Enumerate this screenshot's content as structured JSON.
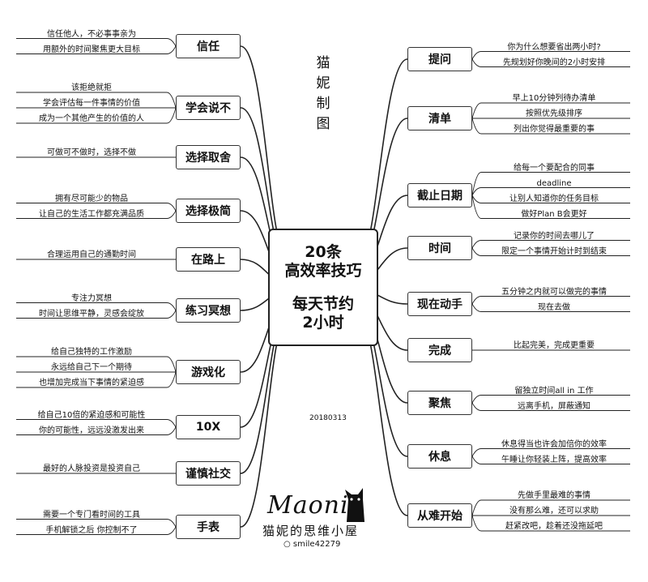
{
  "center": {
    "line1": "20条",
    "line2": "高效率技巧",
    "line3": "每天节约",
    "line4": "2小时"
  },
  "title": "猫妮制图",
  "date": "20180313",
  "logo": {
    "script": "Maoni",
    "name": "猫妮的思维小屋",
    "handle": "smile42279"
  },
  "left_branches": [
    {
      "label": "信任",
      "leaves": [
        "信任他人，不必事事亲为",
        "用额外的时间聚焦更大目标"
      ]
    },
    {
      "label": "学会说不",
      "leaves": [
        "该拒绝就拒",
        "学会评估每一件事情的价值",
        "成为一个其他产生的价值的人"
      ]
    },
    {
      "label": "选择取舍",
      "leaves": [
        "可做可不做时，选择不做"
      ]
    },
    {
      "label": "选择极简",
      "leaves": [
        "拥有尽可能少的物品",
        "让自己的生活工作都充满品质"
      ]
    },
    {
      "label": "在路上",
      "leaves": [
        "合理运用自己的通勤时间"
      ]
    },
    {
      "label": "练习冥想",
      "leaves": [
        "专注力冥想",
        "时间让思维平静，灵感会绽放"
      ]
    },
    {
      "label": "游戏化",
      "leaves": [
        "给自己独特的工作激励",
        "永远给自己下一个期待",
        "也增加完成当下事情的紧迫感"
      ]
    },
    {
      "label": "10X",
      "leaves": [
        "给自己10倍的紧迫感和可能性",
        "你的可能性，远远没激发出来"
      ]
    },
    {
      "label": "谨慎社交",
      "leaves": [
        "最好的人脉投资是投资自己"
      ]
    },
    {
      "label": "手表",
      "leaves": [
        "需要一个专门看时间的工具",
        "手机解锁之后 你控制不了"
      ]
    }
  ],
  "right_branches": [
    {
      "label": "提问",
      "leaves": [
        "你为什么想要省出两小时?",
        "先规划好你晚间的2小时安排"
      ]
    },
    {
      "label": "清单",
      "leaves": [
        "早上10分钟列待办清单",
        "按照优先级排序",
        "列出你觉得最重要的事"
      ]
    },
    {
      "label": "截止日期",
      "leaves": [
        "给每一个要配合的同事",
        "deadline",
        "让别人知道你的任务目标",
        "做好Plan B会更好"
      ]
    },
    {
      "label": "时间",
      "leaves": [
        "记录你的时间去哪儿了",
        "限定一个事情开始计时到结束"
      ]
    },
    {
      "label": "现在动手",
      "leaves": [
        "五分钟之内就可以做完的事情",
        "现在去做"
      ]
    },
    {
      "label": "完成",
      "leaves": [
        "比起完美，完成更重要"
      ]
    },
    {
      "label": "聚焦",
      "leaves": [
        "留独立时间all in 工作",
        "远离手机，屏蔽通知"
      ]
    },
    {
      "label": "休息",
      "leaves": [
        "休息得当也许会加倍你的效率",
        "午睡让你轻装上阵，提高效率"
      ]
    },
    {
      "label": "从难开始",
      "leaves": [
        "先做手里最难的事情",
        "没有那么难，还可以求助",
        "赶紧改吧，趁着还没拖延吧"
      ]
    }
  ]
}
